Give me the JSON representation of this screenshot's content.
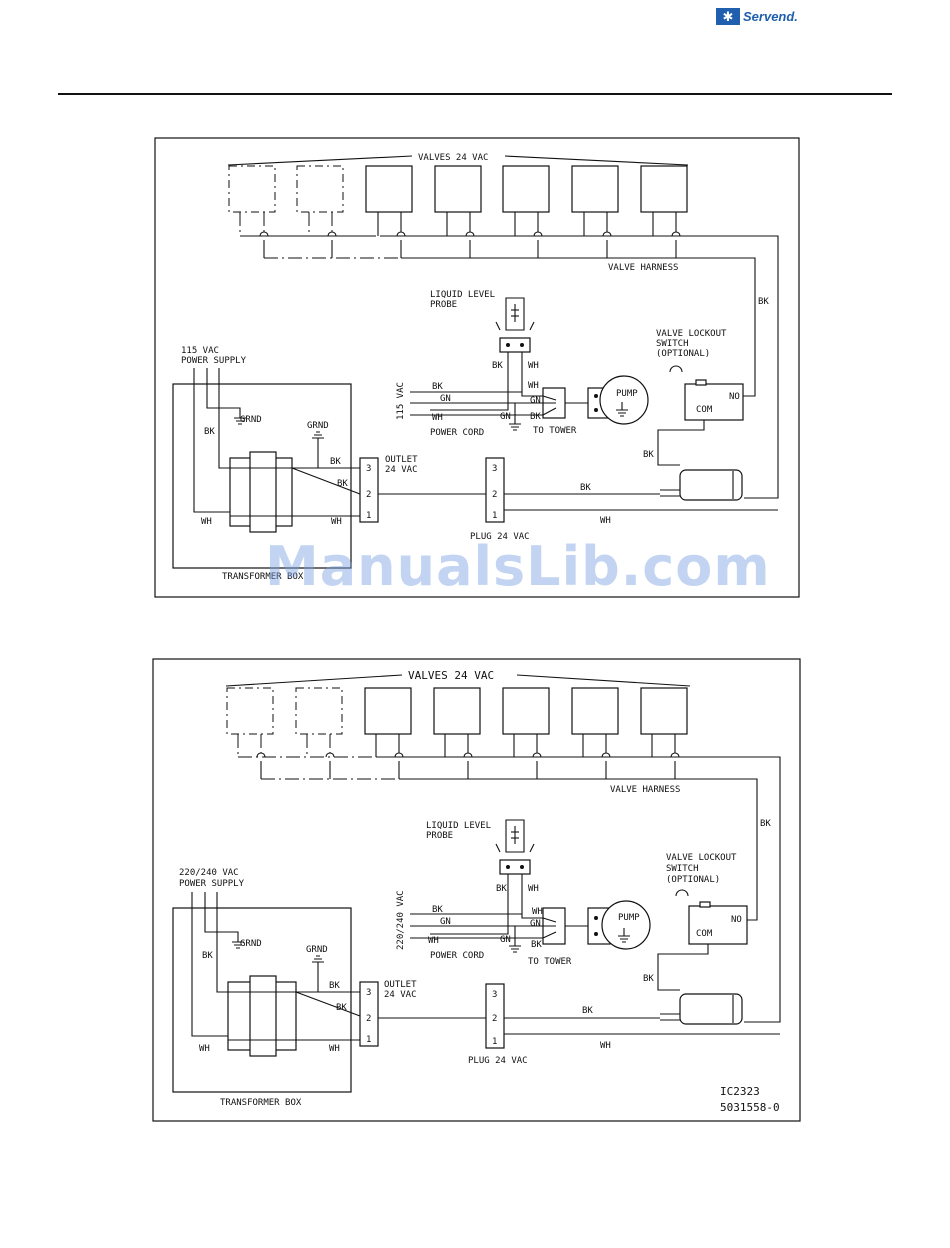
{
  "header": {
    "logo_text": "Servend.",
    "logo_icon": "snowflake-icon"
  },
  "watermark": "ManualsLib.com",
  "diagram1": {
    "valves_label": "VALVES 24 VAC",
    "valve_harness": "VALVE HARNESS",
    "bk_right": "BK",
    "probe_label_1": "LIQUID LEVEL",
    "probe_label_2": "PROBE",
    "lockout_1": "VALVE LOCKOUT",
    "lockout_2": "SWITCH",
    "lockout_3": "(OPTIONAL)",
    "supply_1": "115 VAC",
    "supply_2": "POWER SUPPLY",
    "grnd1": "GRND",
    "grnd2": "GRND",
    "cord_voltage": "115 VAC",
    "bk_cord": "BK",
    "gn_cord": "GN",
    "wh_cord": "WH",
    "power_cord": "POWER CORD",
    "bk_probe": "BK",
    "wh_probe": "WH",
    "wh_pump": "WH",
    "gn_pump": "GN",
    "gn_low": "GN",
    "bk_pump": "BK",
    "pump": "PUMP",
    "to_tower": "TO TOWER",
    "com": "COM",
    "no": "NO",
    "bk_left": "BK",
    "bk_xf1": "BK",
    "bk_xf2": "BK",
    "wh_left": "WH",
    "wh_right": "WH",
    "outlet_1": "OUTLET",
    "outlet_2": "24 VAC",
    "pin3": "3",
    "pin2": "2",
    "pin1": "1",
    "plug3": "3",
    "plug2": "2",
    "plug1": "1",
    "plug_label": "PLUG 24 VAC",
    "bk_plug": "BK",
    "wh_plug": "WH",
    "bk_switch": "BK",
    "transformer_box": "TRANSFORMER BOX"
  },
  "diagram2": {
    "valves_label": "VALVES 24 VAC",
    "valve_harness": "VALVE HARNESS",
    "bk_right": "BK",
    "probe_label_1": "LIQUID LEVEL",
    "probe_label_2": "PROBE",
    "lockout_1": "VALVE LOCKOUT",
    "lockout_2": "SWITCH",
    "lockout_3": "(OPTIONAL)",
    "supply_1": "220/240 VAC",
    "supply_2": "POWER SUPPLY",
    "grnd1": "GRND",
    "grnd2": "GRND",
    "cord_voltage": "220/240 VAC",
    "bk_cord": "BK",
    "gn_cord": "GN",
    "wh_cord": "WH",
    "power_cord": "POWER CORD",
    "bk_probe": "BK",
    "wh_probe": "WH",
    "wh_pump": "WH",
    "gn_pump": "GN",
    "gn_low": "GN",
    "bk_pump": "BK",
    "pump": "PUMP",
    "to_tower": "TO TOWER",
    "com": "COM",
    "no": "NO",
    "bk_left": "BK",
    "bk_xf1": "BK",
    "bk_xf2": "BK",
    "wh_left": "WH",
    "wh_right": "WH",
    "outlet_1": "OUTLET",
    "outlet_2": "24 VAC",
    "pin3": "3",
    "pin2": "2",
    "pin1": "1",
    "plug3": "3",
    "plug2": "2",
    "plug1": "1",
    "plug_label": "PLUG 24 VAC",
    "bk_plug": "BK",
    "wh_plug": "WH",
    "bk_switch": "BK",
    "transformer_box": "TRANSFORMER BOX",
    "drawing_no_1": "IC2323",
    "drawing_no_2": "5031558-0"
  }
}
